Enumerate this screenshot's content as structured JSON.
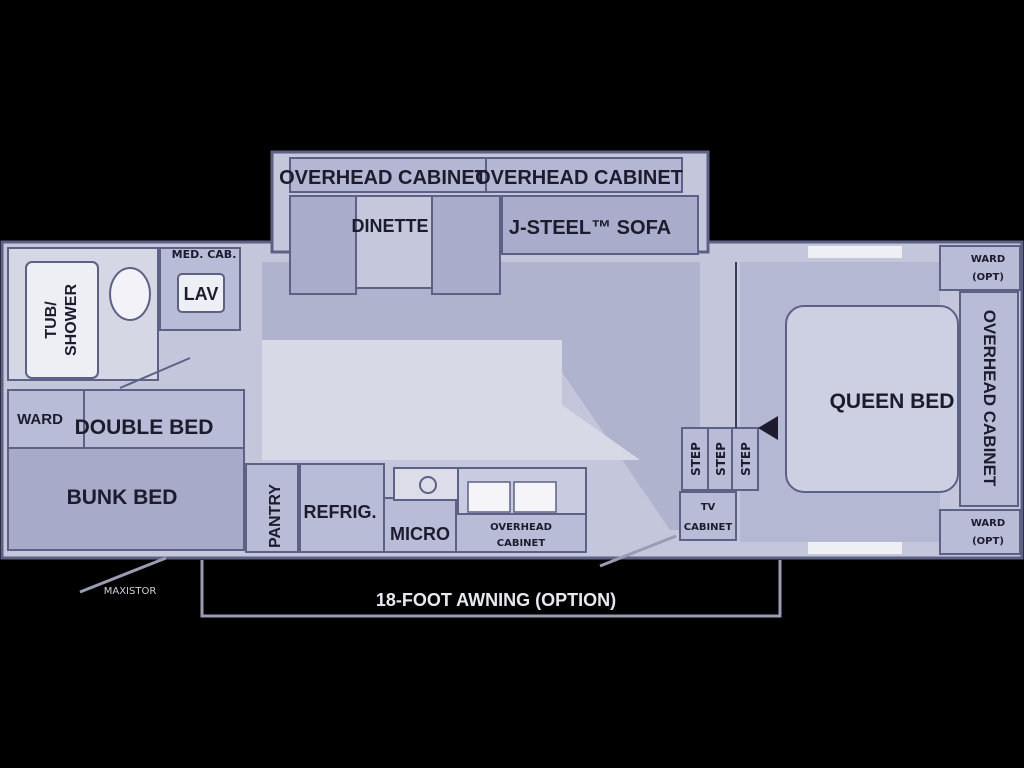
{
  "labels": {
    "overhead_cabinet_left": "OVERHEAD CABINET",
    "overhead_cabinet_mid": "OVERHEAD CABINET",
    "dinette": "DINETTE",
    "sofa": "J-STEEL™ SOFA",
    "med_cab": "MED. CAB.",
    "lav": "LAV",
    "tub_shower_1": "TUB/",
    "tub_shower_2": "SHOWER",
    "ward_left": "WARD",
    "double_bed": "DOUBLE BED",
    "bunk_bed": "BUNK BED",
    "pantry": "PANTRY",
    "refrig": "REFRIG.",
    "micro": "MICRO",
    "overhead_cabinet_galley_1": "OVERHEAD",
    "overhead_cabinet_galley_2": "CABINET",
    "step_1": "STEP",
    "step_2": "STEP",
    "step_3": "STEP",
    "tv_cabinet_1": "TV",
    "tv_cabinet_2": "CABINET",
    "queen_bed": "QUEEN BED",
    "overhead_cabinet_right": "OVERHEAD CABINET",
    "ward_top_1": "WARD",
    "ward_top_2": "(OPT)",
    "ward_bottom_1": "WARD",
    "ward_bottom_2": "(OPT)",
    "maxistor": "MAXISTOR",
    "awning": "18-FOOT AWNING (OPTION)"
  },
  "colors": {
    "background": "#000000",
    "floor": "#c9cce0",
    "walls": "#8a8fb3",
    "furniture": "#b3b7d3",
    "aisle": "#dcdde9",
    "text": "#1c1c2e"
  }
}
